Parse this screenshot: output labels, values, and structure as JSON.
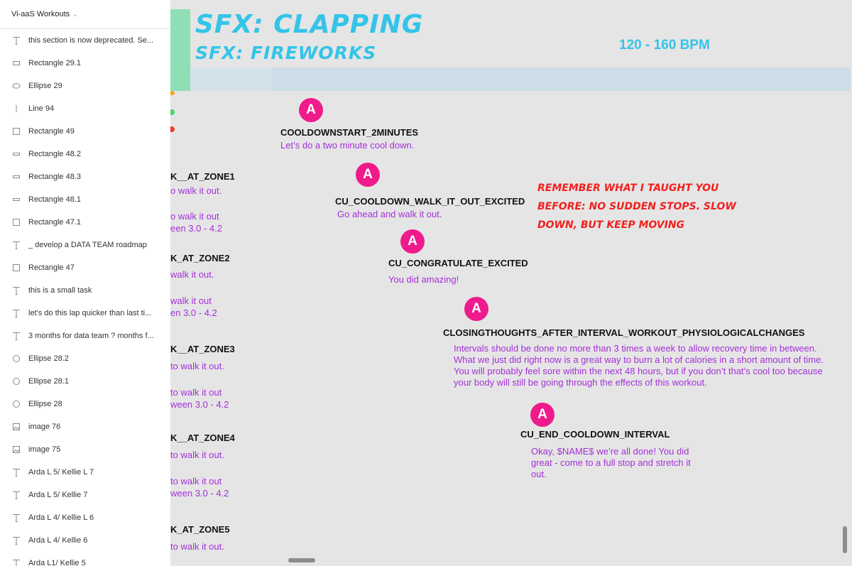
{
  "panel": {
    "title": "Vi-aaS Workouts",
    "layers": [
      {
        "type": "text",
        "label": "this section is now deprecated. Se..."
      },
      {
        "type": "rect-wide",
        "label": "Rectangle 29.1"
      },
      {
        "type": "ellipse-wide",
        "label": "Ellipse 29"
      },
      {
        "type": "line",
        "label": "Line 94"
      },
      {
        "type": "rect",
        "label": "Rectangle 49"
      },
      {
        "type": "rect-thin",
        "label": "Rectangle 48.2"
      },
      {
        "type": "rect-thin",
        "label": "Rectangle 48.3"
      },
      {
        "type": "rect-thin",
        "label": "Rectangle 48.1"
      },
      {
        "type": "rect",
        "label": "Rectangle 47.1"
      },
      {
        "type": "text",
        "label": "_ develop a DATA TEAM roadmap"
      },
      {
        "type": "rect",
        "label": "Rectangle 47"
      },
      {
        "type": "text",
        "label": "this is a small task"
      },
      {
        "type": "text",
        "label": "let's do this lap quicker than last ti..."
      },
      {
        "type": "text",
        "label": "3 months for data team ? months f..."
      },
      {
        "type": "ellipse",
        "label": "Ellipse 28.2"
      },
      {
        "type": "ellipse",
        "label": "Ellipse 28.1"
      },
      {
        "type": "ellipse",
        "label": "Ellipse 28"
      },
      {
        "type": "image",
        "label": "image 76"
      },
      {
        "type": "image",
        "label": "image 75"
      },
      {
        "type": "text",
        "label": "Arda L 5/ Kellie L 7"
      },
      {
        "type": "text",
        "label": "Arda L 5/ Kellie 7"
      },
      {
        "type": "text",
        "label": "Arda L 4/ Kellie L 6"
      },
      {
        "type": "text",
        "label": "Arda L 4/ Kellie 6"
      },
      {
        "type": "text",
        "label": "Arda L1/ Kellie 5"
      }
    ]
  },
  "canvas": {
    "sfx_primary": "SFX: CLAPPING",
    "sfx_secondary": "SFX: FIREWORKS",
    "bpm": "120 - 160 BPM",
    "badge_letter": "A",
    "left_column": [
      {
        "key": "K__AT_ZONE1",
        "line1": "o walk it out.",
        "line2": "o walk it out",
        "line3": "een 3.0 - 4.2"
      },
      {
        "key": "K_AT_ZONE2",
        "line1": " walk it out.",
        "line2": " walk it out",
        "line3": "en 3.0 - 4.2"
      },
      {
        "key": "K__AT_ZONE3",
        "line1": "to walk it out.",
        "line2": "to walk it out",
        "line3": "ween 3.0 - 4.2"
      },
      {
        "key": "K__AT_ZONE4",
        "line1": "to walk it out.",
        "line2": "to walk it out",
        "line3": "ween 3.0 - 4.2"
      },
      {
        "key": "K_AT_ZONE5",
        "line1": "to walk it out."
      }
    ],
    "cues": [
      {
        "key": "COOLDOWNSTART_2MINUTES",
        "message": "Let’s do a two minute cool down."
      },
      {
        "key": "CU_COOLDOWN_WALK_IT_OUT_EXCITED",
        "message": "Go ahead and walk it out."
      },
      {
        "key": "CU_CONGRATULATE_EXCITED",
        "message": "You did amazing!"
      },
      {
        "key": "CLOSINGTHOUGHTS_AFTER_INTERVAL_WORKOUT_PHYSIOLOGICALCHANGES",
        "message": "Intervals should be done no more than 3 times a week to allow recovery time in between. What we just did right now is a great way to burn a lot of calories in a short amount of time. You will probably feel sore within the next 48 hours, but if you don’t that’s cool too because your body will still be going through the effects of this workout."
      },
      {
        "key": "CU_END_COOLDOWN_INTERVAL",
        "message": "Okay, $NAME$ we’re all done! You did great - come to a full stop and stretch it out."
      }
    ],
    "note": "REMEMBER WHAT I TAUGHT YOU BEFORE: NO SUDDEN STOPS. SLOW DOWN, BUT KEEP MOVING",
    "colors": {
      "accent_blue": "#33c4e8",
      "badge_pink": "#ef1a8b",
      "message_purple": "#a430d8",
      "note_red": "#f2201e",
      "green_bar": "#8edfb6"
    }
  }
}
